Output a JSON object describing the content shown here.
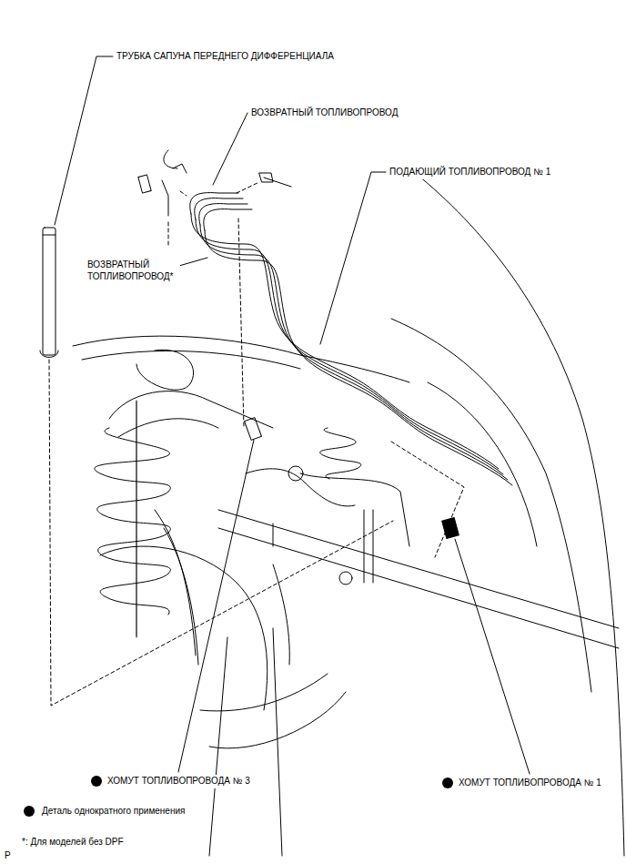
{
  "diagram": {
    "labels": [
      "ТРУБКА САПУНА ПЕРЕДНЕГО ДИФФЕРЕНЦИАЛА",
      "ВОЗВРАТНЫЙ ТОПЛИВОПРОВОД",
      "ПОДАЮЩИЙ ТОПЛИВОПРОВОД № 1",
      "ВОЗВРАТНЫЙ ТОПЛИВОПРОВОД*",
      "ХОМУТ ТОПЛИВОПРОВОДА № 3",
      "ХОМУТ ТОПЛИВОПРОВОДА № 1",
      "*: Для моделей без DPF",
      "P"
    ],
    "legend": [
      {
        "text": "Деталь однократного применения"
      }
    ]
  }
}
